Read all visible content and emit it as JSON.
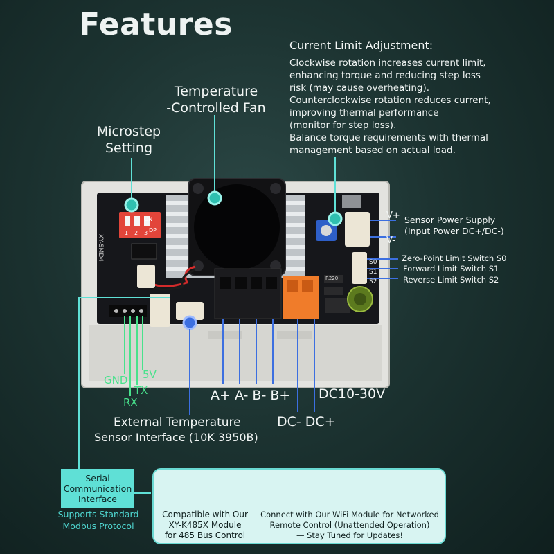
{
  "title": "Features",
  "current_limit": {
    "heading": "Current Limit Adjustment:",
    "lines": [
      "Clockwise rotation increases current limit,",
      "enhancing torque and reducing step loss",
      "risk (may cause overheating).",
      "Counterclockwise rotation reduces current,",
      "improving thermal performance",
      "(monitor for step loss).",
      "Balance torque requirements with thermal",
      "management based on actual load."
    ]
  },
  "fan_label": [
    "Temperature",
    "-Controlled Fan"
  ],
  "microstep_label": [
    "Microstep",
    "Setting"
  ],
  "board_silkscreen": "XY-SMD4",
  "dip_labels": [
    "ON",
    "DP",
    "1",
    "2",
    "3"
  ],
  "sensor_power": {
    "v_plus": "V+",
    "v_minus": "V-",
    "label": "Sensor Power Supply",
    "sub": "(Input Power DC+/DC-)"
  },
  "limit_switches": {
    "pins": [
      "S0",
      "S1",
      "S2"
    ],
    "labels": [
      "Zero-Point Limit Switch S0",
      "Forward Limit Switch S1",
      "Reverse Limit Switch S2"
    ]
  },
  "resistor_label": "R220",
  "serial_pins": [
    "GND",
    "5V",
    "TX",
    "RX"
  ],
  "motor_terminals": "A+ A- B- B+",
  "power_terminals": "DC- DC+",
  "power_range": "DC10-30V",
  "ext_temp": [
    "External Temperature",
    "Sensor Interface (10K 3950B)"
  ],
  "serial_box": [
    "Serial",
    "Communication",
    "Interface"
  ],
  "serial_sub": [
    "Supports Standard",
    "Modbus Protocol"
  ],
  "module_485": [
    "Compatible with Our",
    "XY-K485X Module",
    "for 485 Bus Control"
  ],
  "module_wifi": [
    "Connect with Our WiFi Module for Networked",
    "Remote Control (Unattended Operation)",
    "— Stay Tuned for Updates!"
  ],
  "colors": {
    "accent": "#5fe0d6",
    "pin_green": "#48e28c",
    "blue_leader": "#3c6fe0",
    "dip_red": "#e2453a",
    "terminal_orange": "#f07c2a"
  }
}
